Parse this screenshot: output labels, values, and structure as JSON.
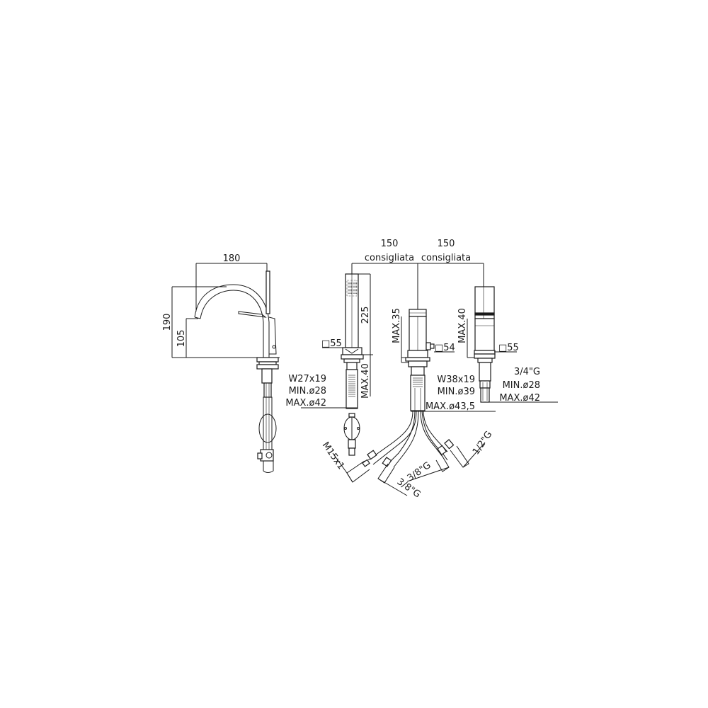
{
  "drawing": {
    "title": "Bath faucet set - technical dimension drawing",
    "line_color": "#1a1a1a",
    "background": "#ffffff"
  },
  "spout_side_view": {
    "width_label": "180",
    "height_total_label": "190",
    "height_outlet_label": "105"
  },
  "hand_shower": {
    "height_label": "225",
    "base_square_label": "□55",
    "max_deck_label": "MAX.40",
    "shank_thread_label": "W27x19",
    "hole_min_label": "MIN.ø28",
    "hole_max_label": "MAX.ø42",
    "hose_thread_label": "M15x1"
  },
  "center_valve": {
    "spacing_left_value": "150",
    "spacing_left_note": "consigliata",
    "max_deck_label": "MAX.35",
    "knob_square_label": "□54",
    "shank_thread_label": "W38x19",
    "hole_min_label": "MIN.ø39",
    "hole_max_label": "MAX.ø43,5",
    "hose_left_label": "3/8\"G",
    "hose_mid_label": "3/8\"G"
  },
  "right_spout": {
    "spacing_right_value": "150",
    "spacing_right_note": "consigliata",
    "max_deck_label": "MAX.40",
    "base_square_label": "□55",
    "thread_label": "3/4\"G",
    "hole_min_label": "MIN.ø28",
    "hole_max_label": "MAX.ø42",
    "hose_label": "1/2\"G"
  }
}
